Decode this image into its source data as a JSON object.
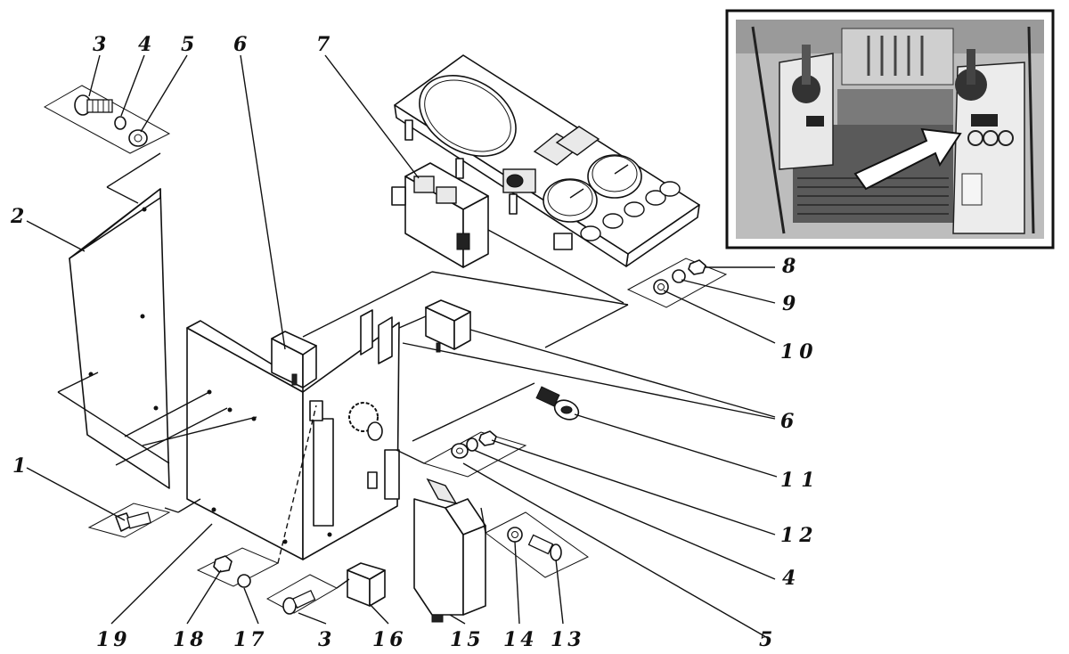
{
  "figure": {
    "callouts": {
      "c1": "1",
      "c2": "2",
      "c3a": "3",
      "c3b": "3",
      "c4a": "4",
      "c4b": "4",
      "c5a": "5",
      "c5b": "5",
      "c6a": "6",
      "c6b": "6",
      "c7": "7",
      "c8": "8",
      "c9": "9",
      "c10": "10",
      "c11": "11",
      "c12": "12",
      "c13": "13",
      "c14": "14",
      "c15": "15",
      "c16": "16",
      "c17": "17",
      "c18": "18",
      "c19": "19"
    }
  }
}
